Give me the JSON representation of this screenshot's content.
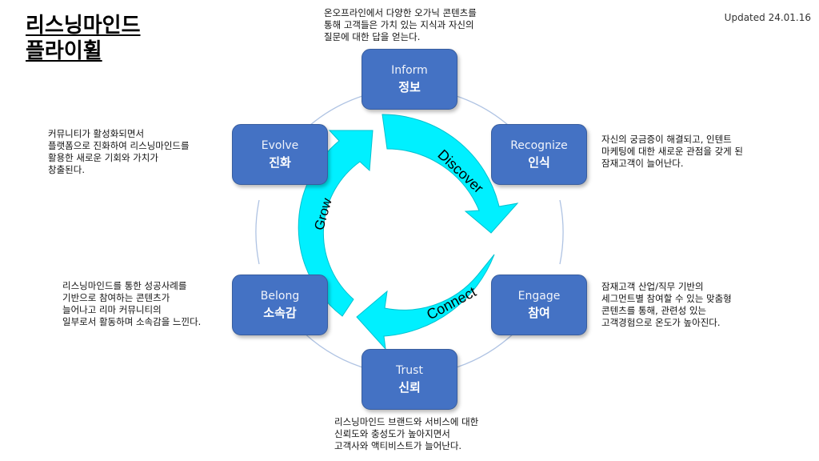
{
  "title": {
    "line1": "리스닝마인드",
    "line2": "플라이휠"
  },
  "updated": "Updated 24.01.16",
  "colors": {
    "node_fill": "#4472C4",
    "arrow_fill": "#00F0FF",
    "ring": "#AFC3E3"
  },
  "nodes": [
    {
      "id": "inform",
      "en": "Inform",
      "ko": "정보",
      "desc": "온오프라인에서 다양한 오가닉 콘텐츠를\n통해 고객들은 가치 있는 지식과 자신의\n질문에 대한 답을 얻는다."
    },
    {
      "id": "recognize",
      "en": "Recognize",
      "ko": "인식",
      "desc": "자신의 궁금증이 해결되고, 인텐트\n마케팅에 대한 새로운 관점을 갖게 된\n잠재고객이 늘어난다."
    },
    {
      "id": "engage",
      "en": "Engage",
      "ko": "참여",
      "desc": "잠재고객 산업/직무 기반의\n세그먼트별 참여할 수 있는 맞춤형\n콘텐츠를 통해, 관련성 있는\n고객경험으로 온도가 높아진다."
    },
    {
      "id": "trust",
      "en": "Trust",
      "ko": "신뢰",
      "desc": "리스닝마인드 브랜드와 서비스에 대한\n신뢰도와 충성도가 높아지면서\n고객사와 액티비스트가 늘어난다."
    },
    {
      "id": "belong",
      "en": "Belong",
      "ko": "소속감",
      "desc": "리스닝마인드를 통한 성공사례를\n기반으로 참여하는 콘텐츠가\n늘어나고 리마 커뮤니티의\n일부로서 활동하며 소속감을 느낀다."
    },
    {
      "id": "evolve",
      "en": "Evolve",
      "ko": "진화",
      "desc": "커뮤니티가 활성화되면서\n플랫폼으로 진화하여 리스닝마인드를\n활용한 새로운 기회와 가치가\n창출된다."
    }
  ],
  "arrows": {
    "discover": "Discover",
    "connect": "Connect",
    "grow": "Grow"
  }
}
